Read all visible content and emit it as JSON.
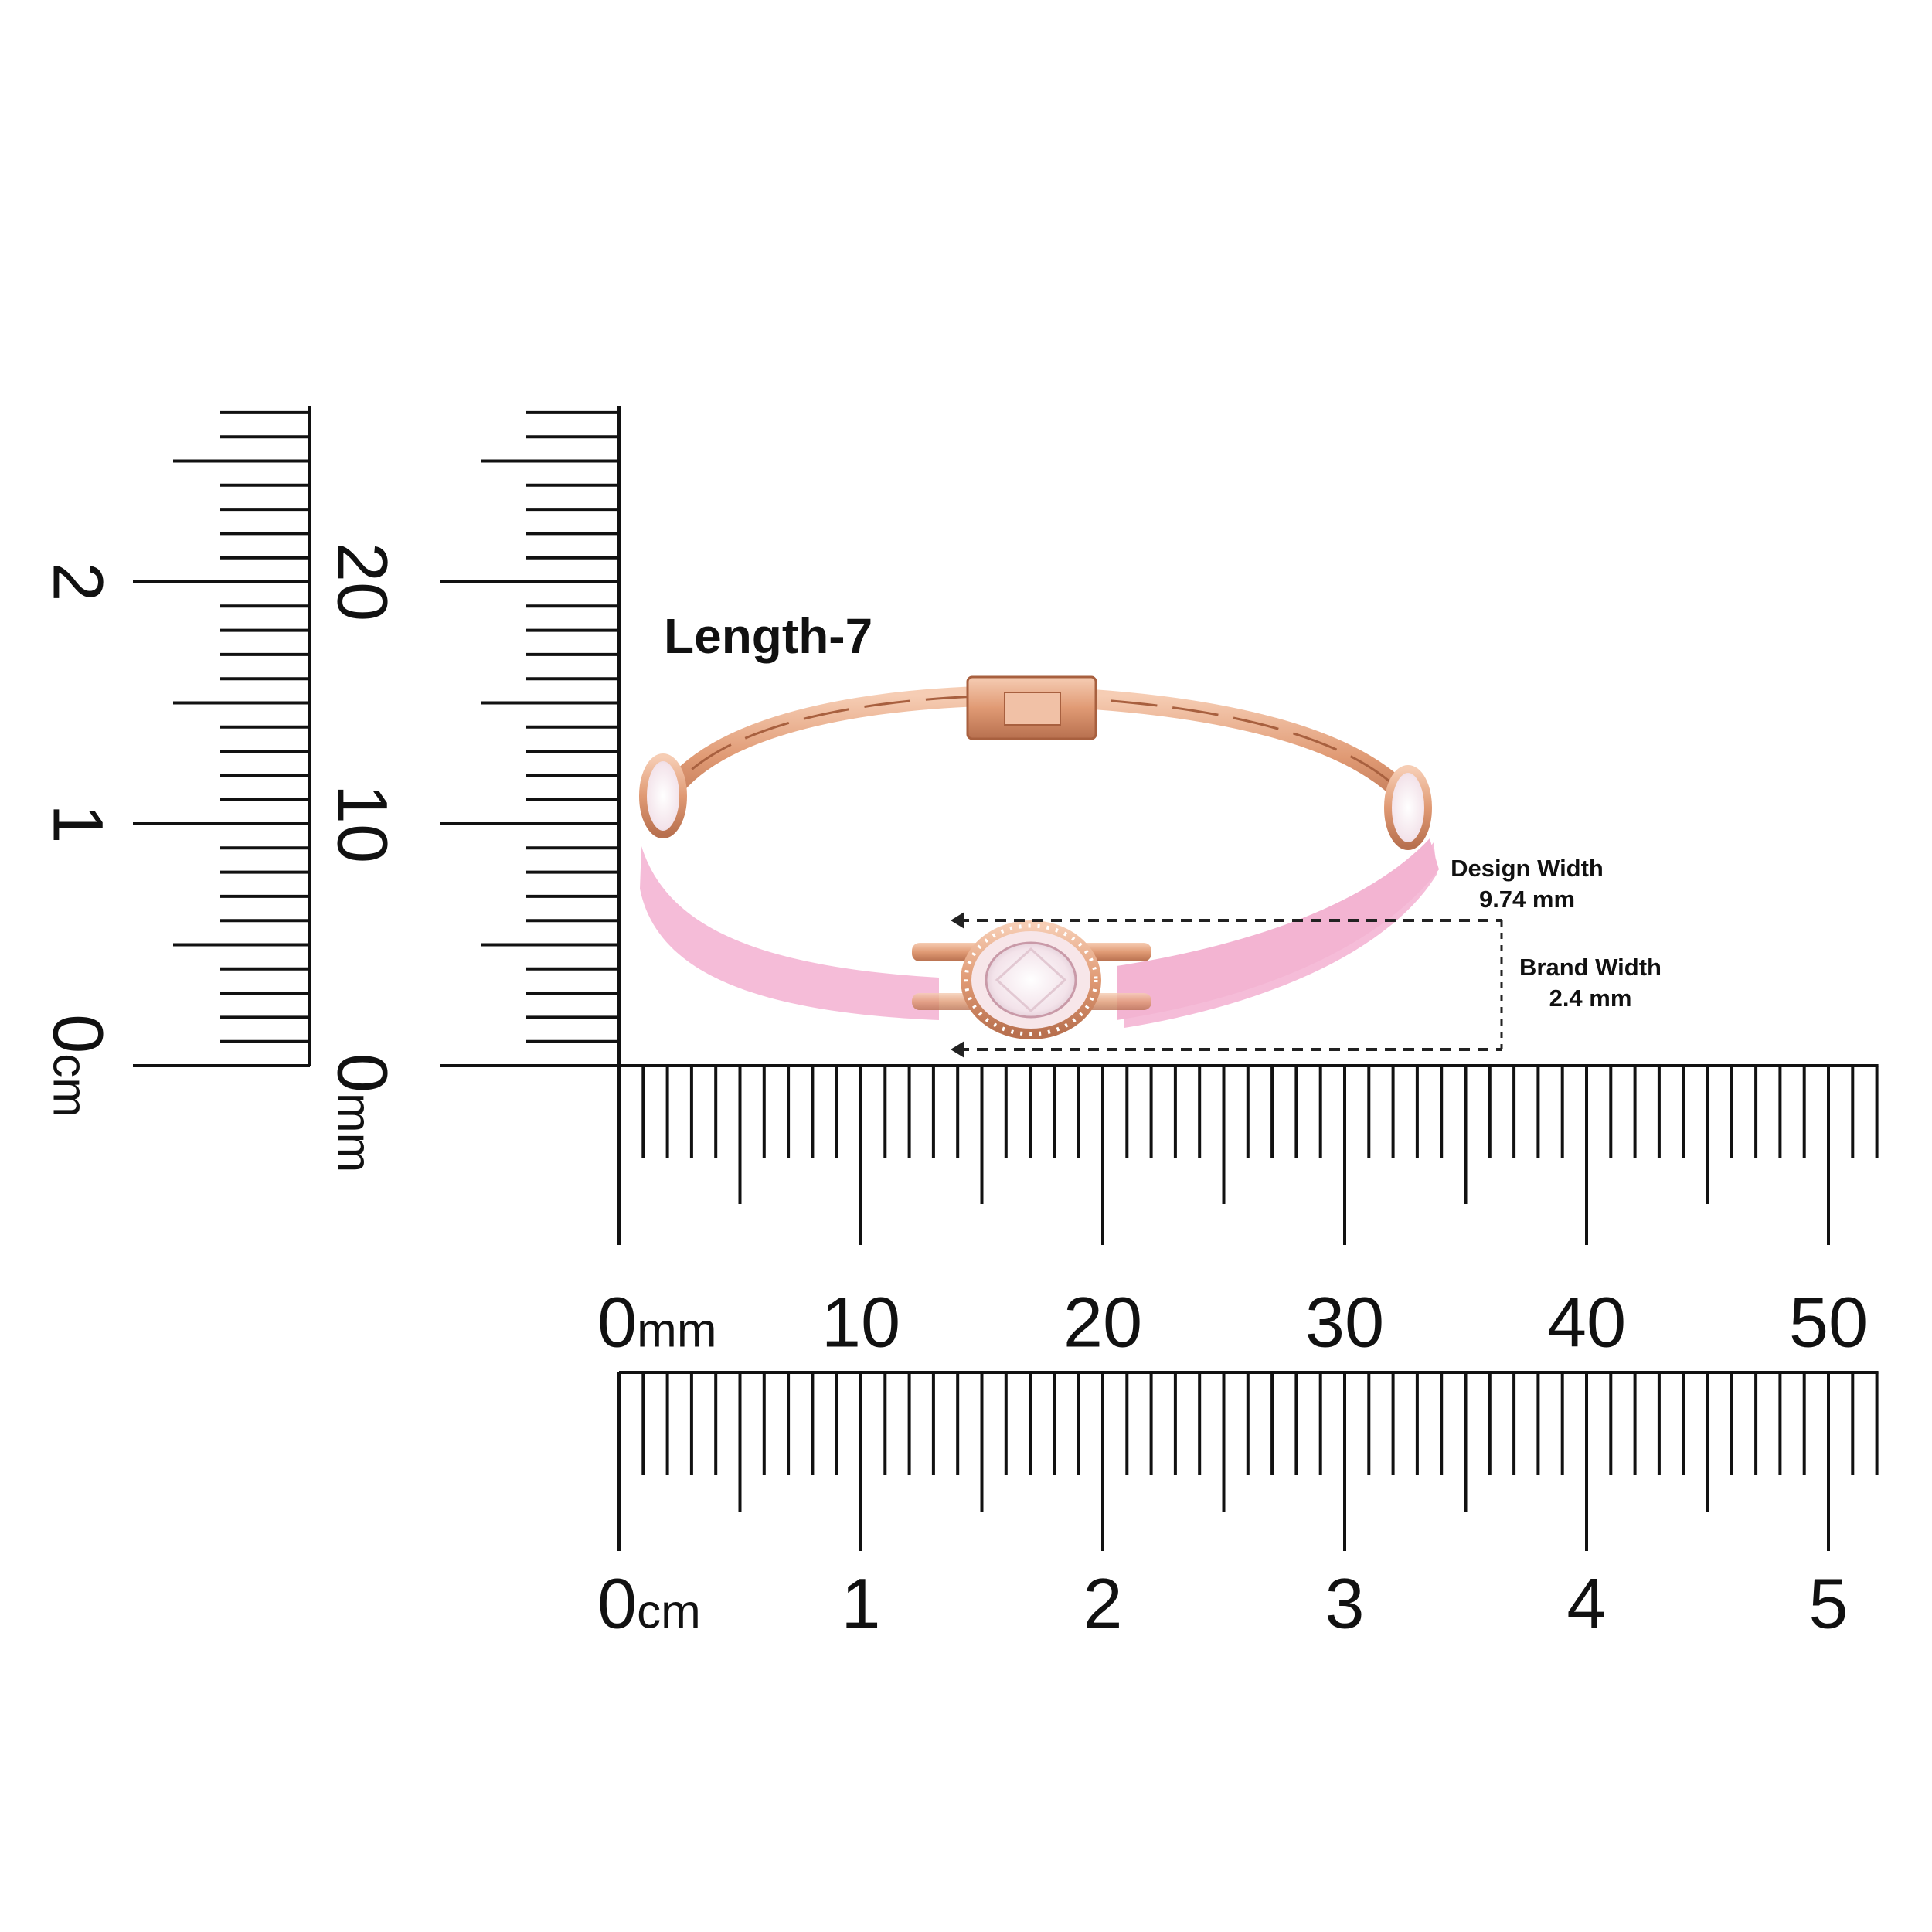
{
  "title": "Length-7",
  "annotations": {
    "design_width_label": "Design Width",
    "design_width_value": "9.74 mm",
    "band_width_label": "Brand Width",
    "band_width_value": "2.4 mm"
  },
  "rulers": {
    "vertical_cm": {
      "unit": "cm",
      "labels": [
        "0",
        "1",
        "2"
      ],
      "max_mm": 27
    },
    "vertical_mm": {
      "unit": "mm",
      "labels": [
        "0",
        "10",
        "20"
      ],
      "max_mm": 27
    },
    "horizontal_mm": {
      "unit": "mm",
      "labels": [
        "0",
        "10",
        "20",
        "30",
        "40",
        "50"
      ],
      "max_mm": 52
    },
    "horizontal_cm": {
      "unit": "cm",
      "labels": [
        "0",
        "1",
        "2",
        "3",
        "4",
        "5"
      ],
      "max_mm": 52
    }
  },
  "colors": {
    "band": "#f5bcd8",
    "metal": "#e6a27f",
    "ink": "#111111"
  }
}
